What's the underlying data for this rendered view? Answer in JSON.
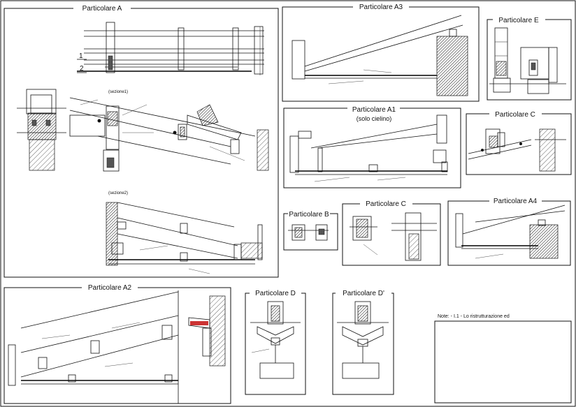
{
  "panels": {
    "a": {
      "title": "Particolare A",
      "sub1": "(sezione1)",
      "sub2": "(sezione2)",
      "mark1": "1",
      "mark2": "2"
    },
    "a3": {
      "title": "Particolare A3"
    },
    "e": {
      "title": "Particolare E"
    },
    "a1": {
      "title": "Particolare A1",
      "subtitle": "(solo cielino)"
    },
    "c1": {
      "title": "Particolare C"
    },
    "b": {
      "title": "Particolare B"
    },
    "c2": {
      "title": "Particolare C"
    },
    "a4": {
      "title": "Particolare A4"
    },
    "a2": {
      "title": "Particolare A2"
    },
    "d": {
      "title": "Particolare D"
    },
    "d2": {
      "title": "Particolare D'"
    }
  },
  "notes": {
    "text": "Note: - I.1 - Lo ristrutturazione ed"
  }
}
